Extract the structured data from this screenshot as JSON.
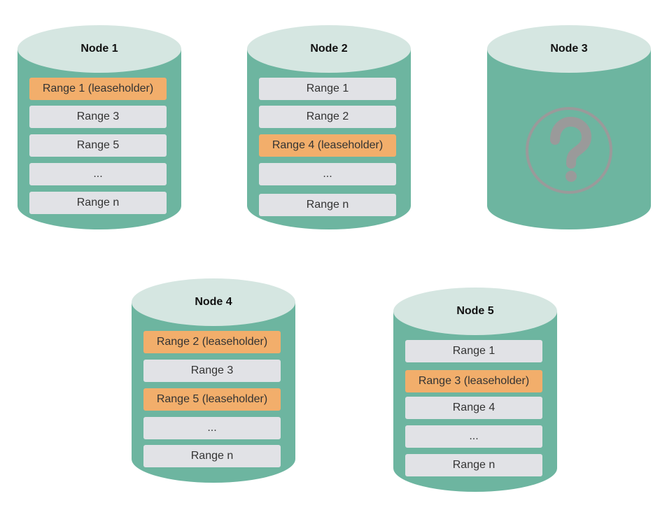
{
  "colors": {
    "cylinder_body": "#6db5a0",
    "cylinder_top": "#d5e6e1",
    "range_normal": "#e1e2e6",
    "range_leaseholder": "#f2ae6b",
    "unknown_icon": "#9a9a9a"
  },
  "nodes": [
    {
      "title": "Node 1",
      "ranges": [
        {
          "label": "Range 1 (leaseholder)",
          "leaseholder": true
        },
        {
          "label": "Range 3",
          "leaseholder": false
        },
        {
          "label": "Range 5",
          "leaseholder": false
        },
        {
          "label": "...",
          "leaseholder": false
        },
        {
          "label": "Range n",
          "leaseholder": false
        }
      ]
    },
    {
      "title": "Node 2",
      "ranges": [
        {
          "label": "Range 1",
          "leaseholder": false
        },
        {
          "label": "Range 2",
          "leaseholder": false
        },
        {
          "label": "Range 4 (leaseholder)",
          "leaseholder": true
        },
        {
          "label": "...",
          "leaseholder": false
        },
        {
          "label": "Range n",
          "leaseholder": false
        }
      ]
    },
    {
      "title": "Node 3",
      "unavailable_icon": "question-circle-icon",
      "ranges": []
    },
    {
      "title": "Node 4",
      "ranges": [
        {
          "label": "Range 2 (leaseholder)",
          "leaseholder": true
        },
        {
          "label": "Range 3",
          "leaseholder": false
        },
        {
          "label": "Range 5 (leaseholder)",
          "leaseholder": true
        },
        {
          "label": "...",
          "leaseholder": false
        },
        {
          "label": "Range n",
          "leaseholder": false
        }
      ]
    },
    {
      "title": "Node 5",
      "ranges": [
        {
          "label": "Range 1",
          "leaseholder": false
        },
        {
          "label": "Range 3 (leaseholder)",
          "leaseholder": true
        },
        {
          "label": "Range 4",
          "leaseholder": false
        },
        {
          "label": "...",
          "leaseholder": false
        },
        {
          "label": "Range n",
          "leaseholder": false
        }
      ]
    }
  ]
}
